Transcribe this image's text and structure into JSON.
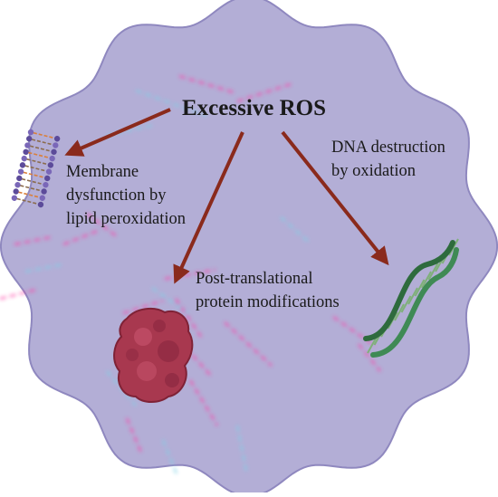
{
  "title": "Excessive ROS",
  "effects": [
    {
      "lines": [
        "Membrane",
        "dysfunction by",
        "lipid peroxidation"
      ],
      "icon": "lipid-bilayer-icon"
    },
    {
      "lines": [
        "Post-translational",
        "protein modifications"
      ],
      "icon": "protein-icon"
    },
    {
      "lines": [
        "DNA destruction",
        "by oxidation"
      ],
      "icon": "dna-icon"
    }
  ],
  "colors": {
    "cell_fill": "#b3aed6",
    "cell_stroke": "#8f88bf",
    "arrow": "#8a2a1c",
    "ros_streak": "#ff3fa6",
    "protein": "#a8384f",
    "dna": "#2e6b3d"
  }
}
